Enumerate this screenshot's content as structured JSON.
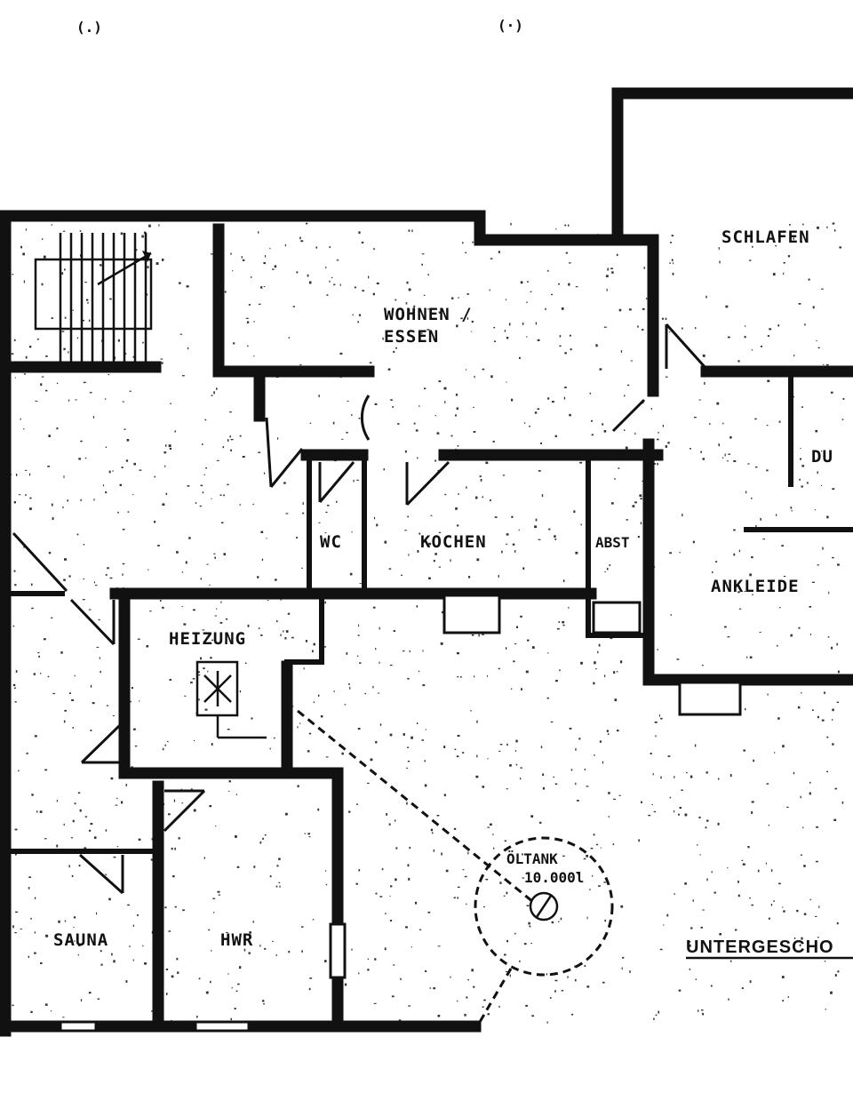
{
  "plan": {
    "title": "UNTERGESCHO",
    "top_marks": [
      "(.)",
      "(·)"
    ],
    "rooms": {
      "schlafen": "SCHLAFEN",
      "wohnen_line1": "WOHNEN /",
      "wohnen_line2": "ESSEN",
      "du": "DU",
      "wc": "WC",
      "kochen": "KOCHEN",
      "abst": "ABST",
      "ankleide": "ANKLEIDE",
      "heizung": "HEIZUNG",
      "sauna": "SAUNA",
      "hwr": "HWR"
    },
    "tank": {
      "label": "ÖLTANK",
      "capacity": "10.000l"
    }
  }
}
